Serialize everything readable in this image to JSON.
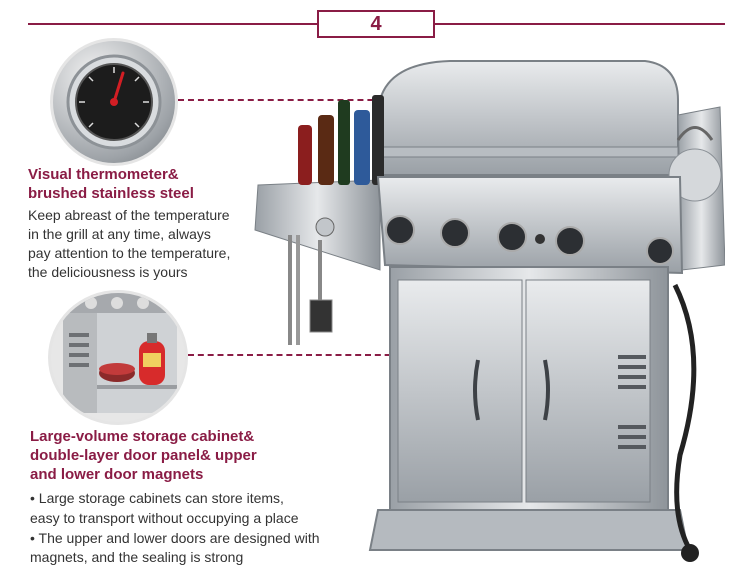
{
  "section_number": "4",
  "colors": {
    "accent": "#8a1c45",
    "marker": "#b8244f",
    "steel": "#c9ccd0"
  },
  "feature_1": {
    "title_line1": "Visual thermometer&",
    "title_line2": "brushed stainless steel",
    "desc": [
      "Keep abreast of the temperature",
      "in the grill at any time, always",
      "pay attention to the temperature,",
      "the deliciousness is yours"
    ]
  },
  "feature_2": {
    "title": [
      "Large-volume storage cabinet&",
      "double-layer door panel& upper",
      "and lower door magnets"
    ],
    "desc": [
      "• Large storage cabinets can store items,",
      "easy to transport without occupying a place",
      "• The upper and lower doors are designed with",
      "magnets, and the sealing is strong"
    ]
  },
  "icons": {
    "thermometer": "thermometer-gauge-icon",
    "cabinet": "storage-cabinet-icon",
    "grill": "gas-grill-icon"
  }
}
